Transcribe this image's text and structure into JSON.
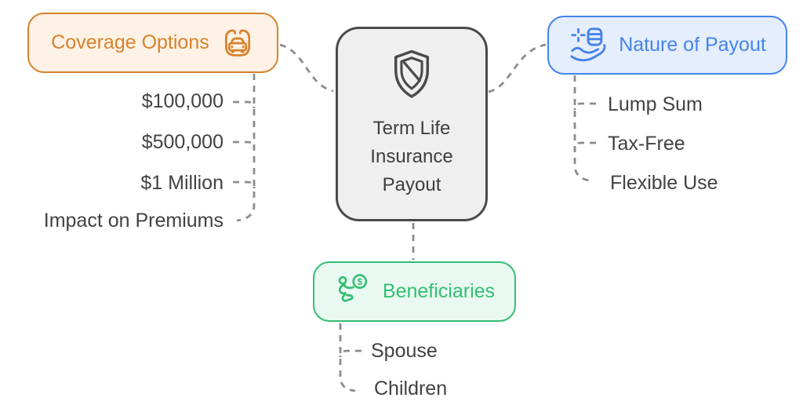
{
  "diagram": {
    "center": {
      "label": "Term Life\nInsurance\nPayout",
      "icon": "shield-icon"
    },
    "branches": [
      {
        "label": "Coverage Options",
        "icon": "car-icon",
        "items": [
          "$100,000",
          "$500,000",
          "$1 Million",
          "Impact on Premiums"
        ]
      },
      {
        "label": "Nature of Payout",
        "icon": "coins-in-hand-icon",
        "items": [
          "Lump Sum",
          "Tax-Free",
          "Flexible Use"
        ]
      },
      {
        "label": "Beneficiaries",
        "icon": "person-receiving-money-icon",
        "items": [
          "Spouse",
          "Children"
        ]
      }
    ]
  },
  "colors": {
    "accent-orange": "#d9822c",
    "bg-orange": "#fdf2e5",
    "accent-blue": "#4583ec",
    "bg-blue": "#e5eefd",
    "accent-green": "#33bf73",
    "bg-green": "#e9f9f1",
    "center-border": "#4a4a4a",
    "center-bg": "#efefef",
    "center-text": "#3e3e3e",
    "item-text": "#424242",
    "connector": "#8c8c8c",
    "canvas-bg": "#ffffff"
  }
}
